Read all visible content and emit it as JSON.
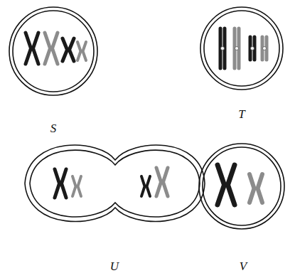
{
  "diagram": {
    "nodes": [
      {
        "text": [
          "S"
        ]
      },
      {
        "text": [
          "T"
        ]
      },
      {
        "text": [
          "U"
        ]
      },
      {
        "text": [
          "V"
        ]
      }
    ]
  }
}
